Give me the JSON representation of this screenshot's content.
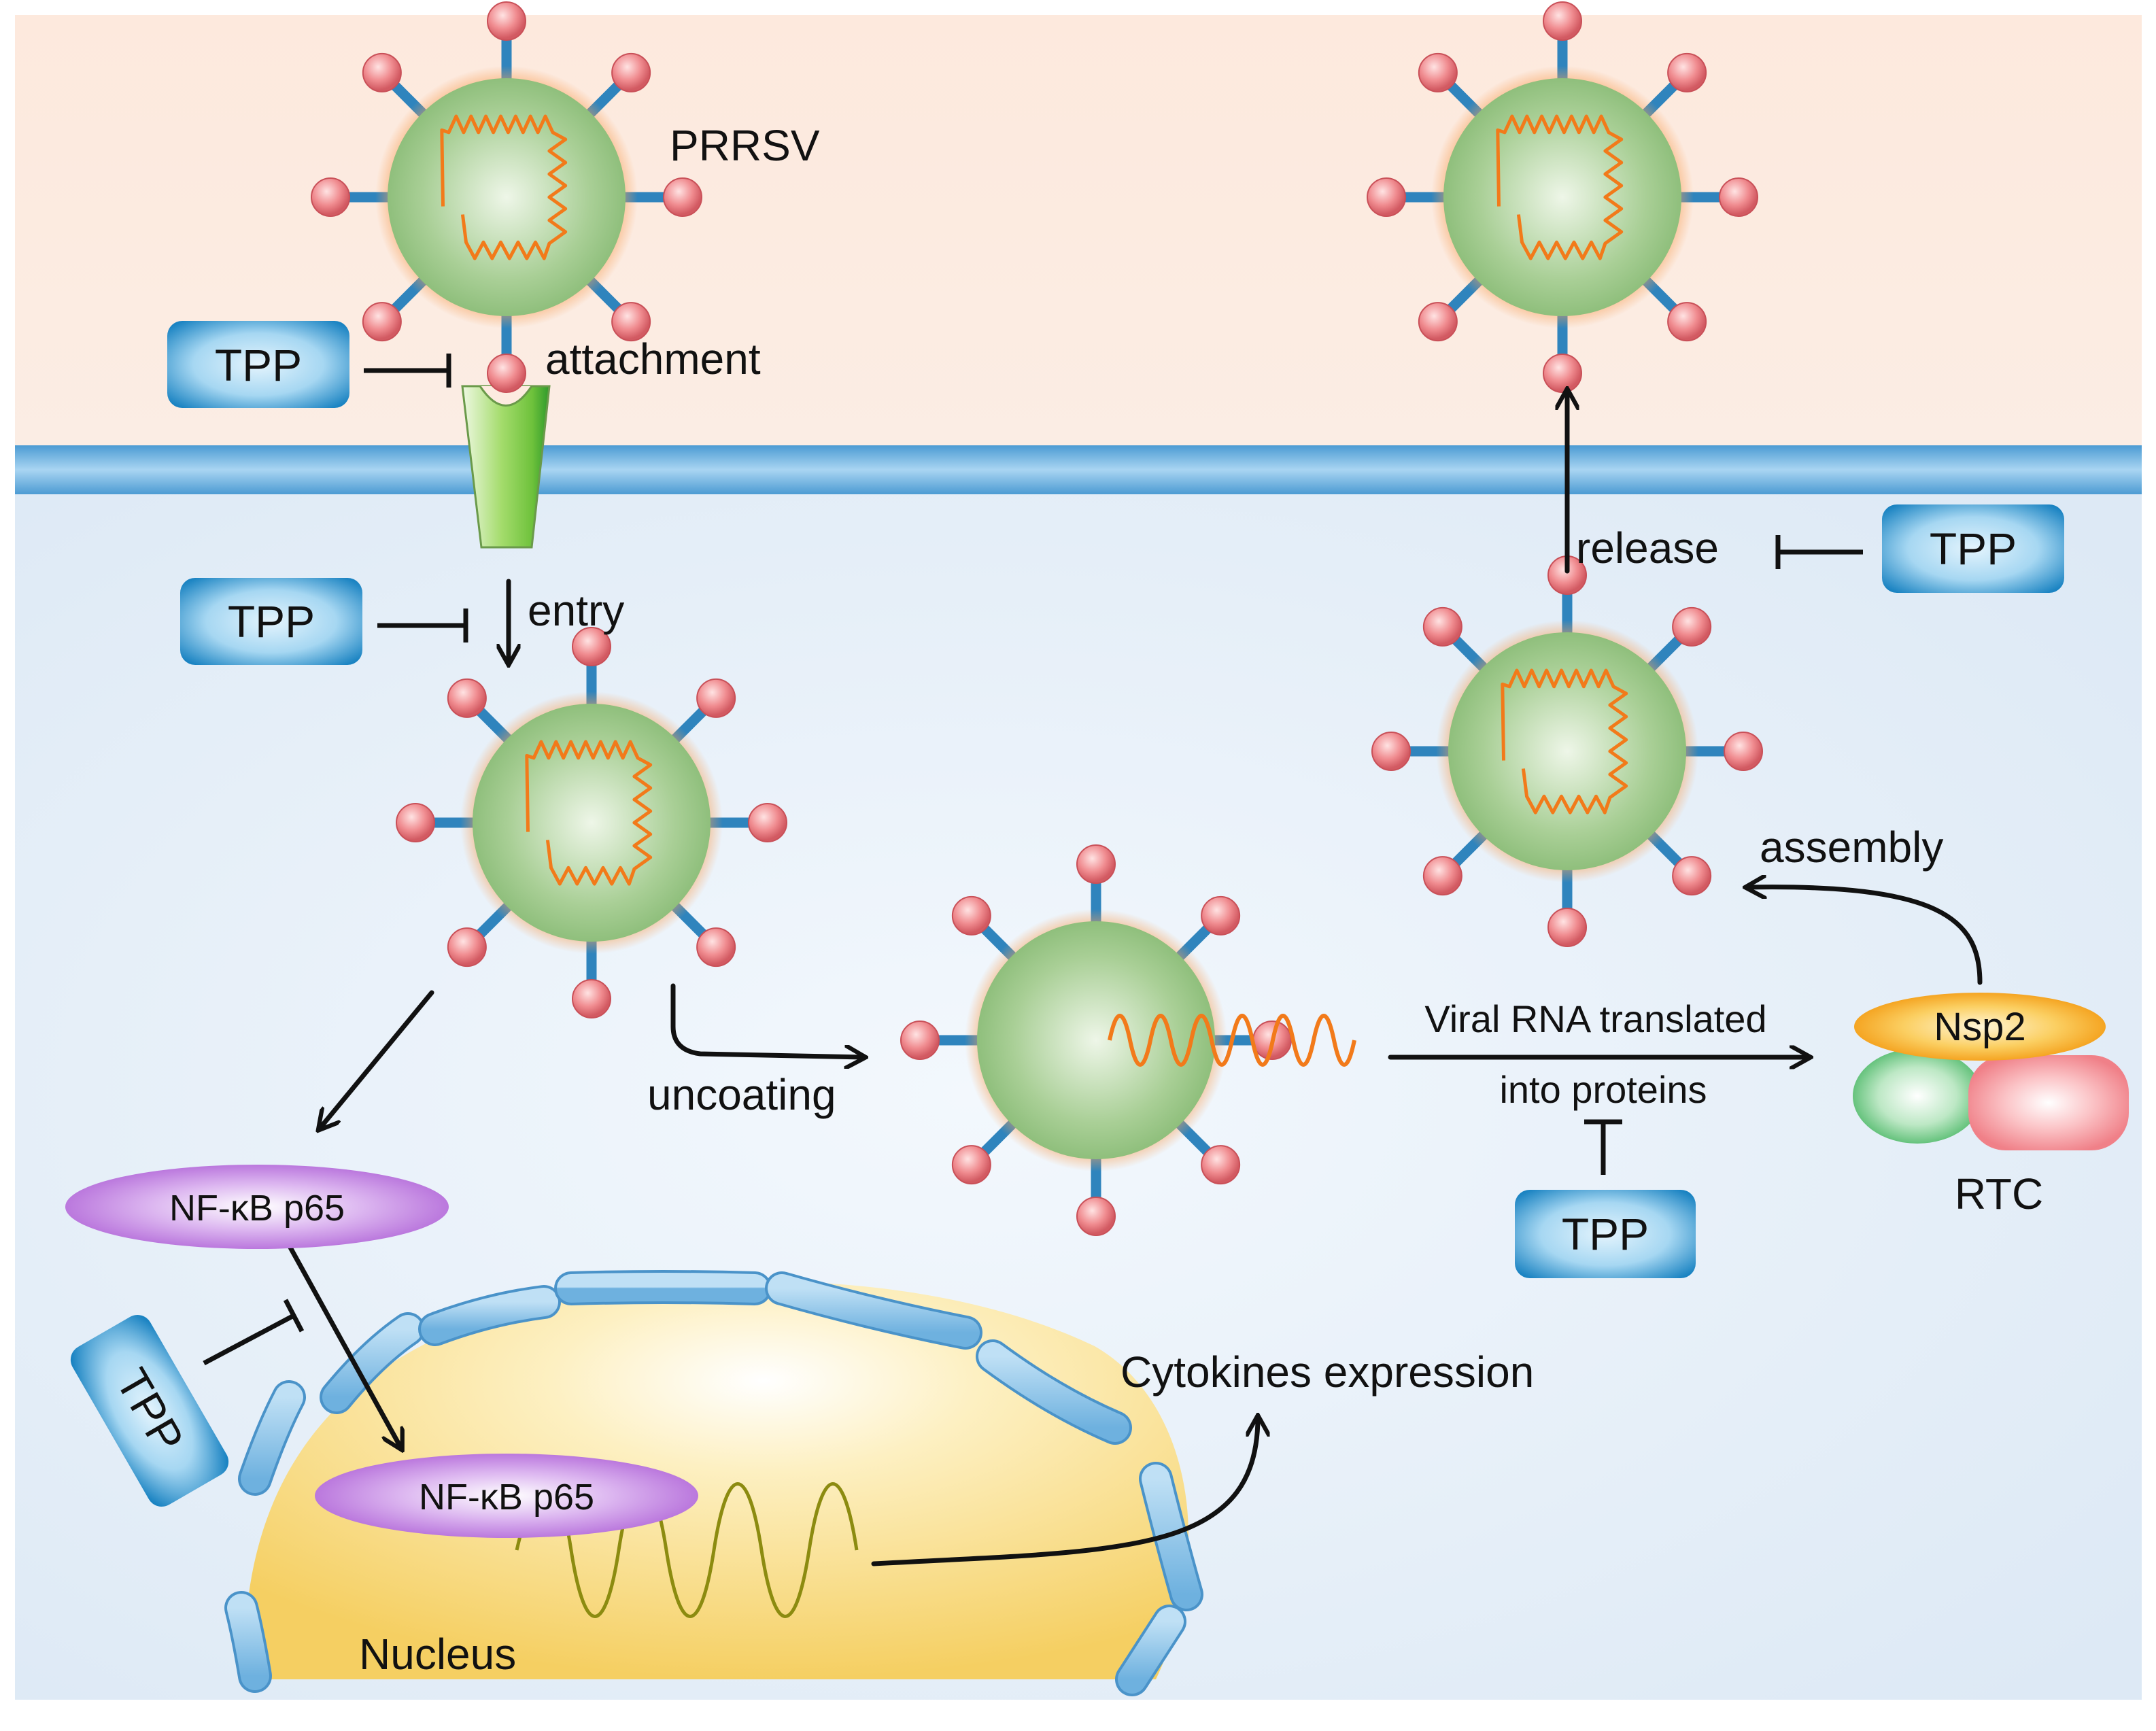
{
  "virus_label": "PRRSV",
  "inhibitor_label": "TPP",
  "steps": {
    "attachment": "attachment",
    "entry": "entry",
    "uncoating": "uncoating",
    "translation_line1": "Viral RNA translated",
    "translation_line2": "into proteins",
    "assembly": "assembly",
    "release": "release"
  },
  "proteins": {
    "nfkb_cytoplasm": "NF-κB p65",
    "nfkb_nucleus": "NF-κB p65",
    "nsp2": "Nsp2",
    "rtc": "RTC"
  },
  "nucleus_label": "Nucleus",
  "cytokines_label": "Cytokines expression",
  "colors": {
    "extracellular_bg": "#fce8dc",
    "cytoplasm_bg": "#e6f0f8",
    "membrane": "#6fb3e3",
    "virion_body": "#a9cf96",
    "virion_glow": "#f7a15a",
    "spike_head": "#ef7b80",
    "spike_stem": "#3d8fc4",
    "rna": "#f27a1a",
    "tpp_box": "#2a93cf",
    "nfkb": "#c07be0",
    "nsp2": "#f6a21a",
    "nucleus": "#f6d474",
    "nuclear_envelope": "#8cc4e8",
    "mrna": "#8c8b10",
    "receptor": "#8fd14f"
  }
}
